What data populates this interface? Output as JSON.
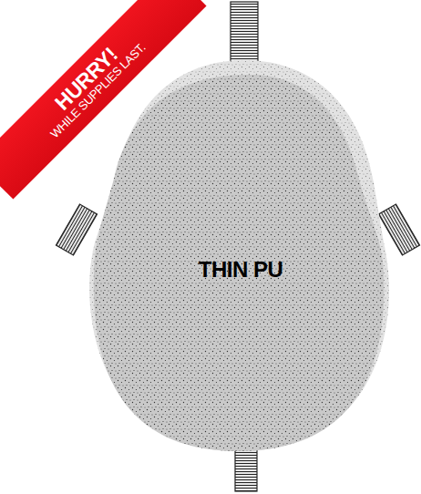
{
  "diagram": {
    "nodes": [
      {
        "text": [
          "HURRY!",
          "WHILE SUPPLIES LAST."
        ]
      },
      {
        "text": [
          "THIN PU"
        ]
      }
    ]
  }
}
